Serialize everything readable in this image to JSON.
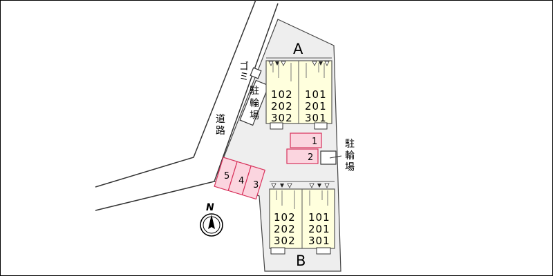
{
  "colors": {
    "lot": "#eeeeee",
    "building": "#ffffdd",
    "parking_fill": "#fbd5df",
    "parking_stroke": "#d8315b",
    "line": "#333333"
  },
  "map": {
    "road_label": [
      "道",
      "路"
    ],
    "compass": {
      "label": "N",
      "icon": "north-arrow-icon"
    },
    "trash": {
      "label": [
        "ゴ",
        "ミ"
      ]
    },
    "bike_parking_west": {
      "label": [
        "駐",
        "輪",
        "場"
      ]
    },
    "bike_parking_east": {
      "label": [
        "駐",
        "輪",
        "場"
      ]
    },
    "parking_spaces": [
      "1",
      "2",
      "3",
      "4",
      "5"
    ],
    "building_a": {
      "label": "A",
      "rooms_left": [
        "102",
        "202",
        "302"
      ],
      "rooms_right": [
        "101",
        "201",
        "301"
      ]
    },
    "building_b": {
      "label": "B",
      "rooms_left": [
        "102",
        "202",
        "302"
      ],
      "rooms_right": [
        "101",
        "201",
        "301"
      ]
    }
  }
}
